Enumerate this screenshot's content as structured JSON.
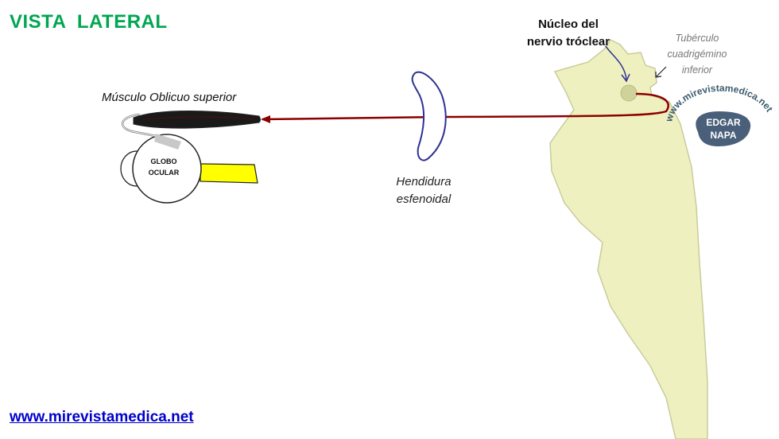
{
  "title": "VISTA  LATERAL",
  "website": "www.mirevistamedica.net",
  "labels": {
    "musculo": "Músculo Oblicuo superior",
    "globo_line1": "GLOBO",
    "globo_line2": "OCULAR",
    "hendidura_line1": "Hendidura",
    "hendidura_line2": "esfenoidal",
    "nucleo_line1": "Núcleo del",
    "nucleo_line2": "nervio tróclear",
    "tuberculo_line1": "Tubérculo",
    "tuberculo_line2": "cuadrigémino",
    "tuberculo_line3": "inferior"
  },
  "logo": {
    "ring_text": "www.mirevistamedica.net",
    "line1": "EDGAR",
    "line2": "NAPA"
  },
  "colors": {
    "title": "#00a651",
    "website": "#0000cc",
    "brainstem": "#eef0c0",
    "nerve": "#8b0000",
    "fissure": "#2e3192",
    "optic_nerve": "#ffff00",
    "muscle": "#1a1a1a",
    "nucleus": "#cfd39a",
    "logo": "#4a5f7a"
  }
}
